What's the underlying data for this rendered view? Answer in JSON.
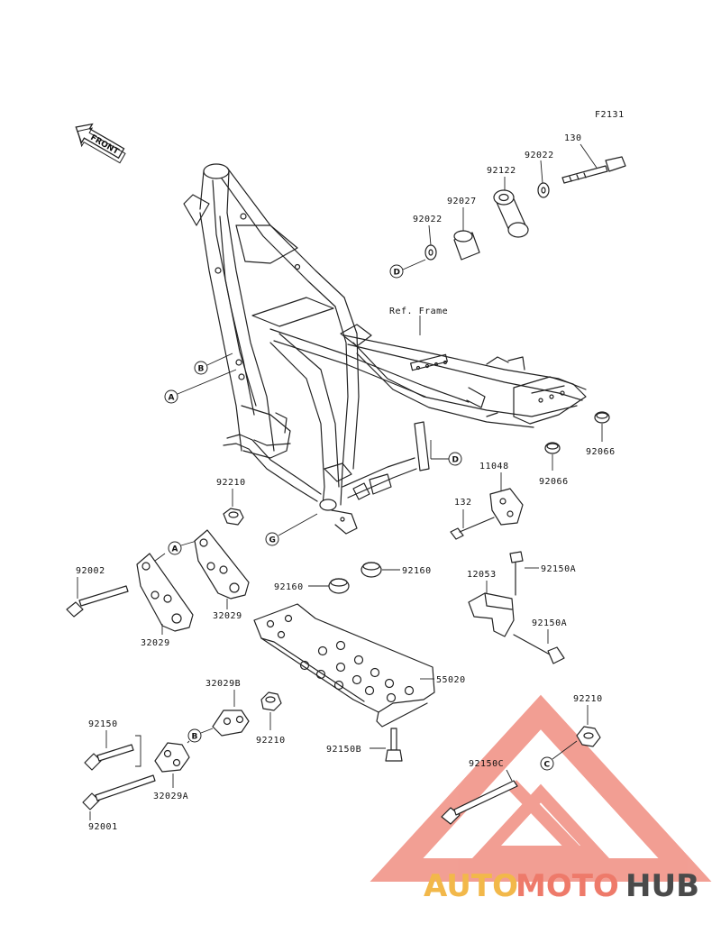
{
  "figure_code": "F2131",
  "front_label": "FRONT",
  "ref_frame_label": "Ref. Frame",
  "callouts": [
    "A",
    "B",
    "C",
    "D"
  ],
  "parts": {
    "p130": "130",
    "p92022_top": "92022",
    "p92122": "92122",
    "p92027": "92027",
    "p92022_left": "92022",
    "p92066_right": "92066",
    "p92066_left": "92066",
    "p11048": "11048",
    "p132": "132",
    "p92210_top": "92210",
    "p92002": "92002",
    "p32029_left": "32029",
    "p32029_right": "32029",
    "p92160_left": "92160",
    "p92160_right": "92160",
    "p92150A_top": "92150A",
    "p12053": "12053",
    "p92150A_bot": "92150A",
    "p55020": "55020",
    "p92150B": "92150B",
    "p32029B": "32029B",
    "p92210_mid": "92210",
    "p92150": "92150",
    "p32029A": "32029A",
    "p92001": "92001",
    "p92210_br": "92210",
    "p92150C": "92150C"
  },
  "watermark": {
    "part1": "AUTO",
    "part2": "MOTO",
    "part3": "HUB"
  },
  "colors": {
    "line": "#222222",
    "watermark_red": "#e8503c",
    "watermark_orange": "#f2b84a",
    "watermark_gray": "#4a4a4a"
  }
}
